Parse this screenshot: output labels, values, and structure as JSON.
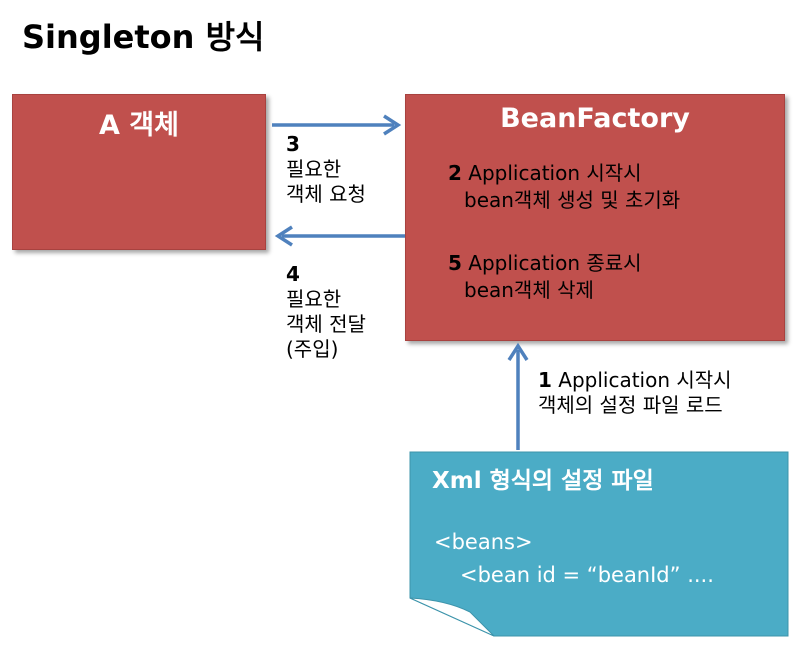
{
  "title": "Singleton 방식",
  "a_object": {
    "label": "A 객체"
  },
  "bean_factory": {
    "label": "BeanFactory",
    "step2": {
      "num": "2",
      "line1": "Application 시작시",
      "line2": "bean객체 생성 및 초기화"
    },
    "step5": {
      "num": "5",
      "line1": "Application 종료시",
      "line2": "bean객체 삭제"
    }
  },
  "arrow_request": {
    "num": "3",
    "line1": "필요한",
    "line2": "객체 요청"
  },
  "arrow_deliver": {
    "num": "4",
    "line1": "필요한",
    "line2": "객체 전달",
    "line3": "(주입)"
  },
  "arrow_load": {
    "num": "1",
    "line1": "Application 시작시",
    "line2": "객체의 설정 파일 로드"
  },
  "xml_file": {
    "title": "Xml 형식의 설정 파일",
    "code_line1": "<beans>",
    "code_line2": "<bean id = “beanId” ...."
  },
  "colors": {
    "box_fill": "#c0504d",
    "doc_fill": "#4bacc6",
    "arrow": "#4f81bd"
  }
}
